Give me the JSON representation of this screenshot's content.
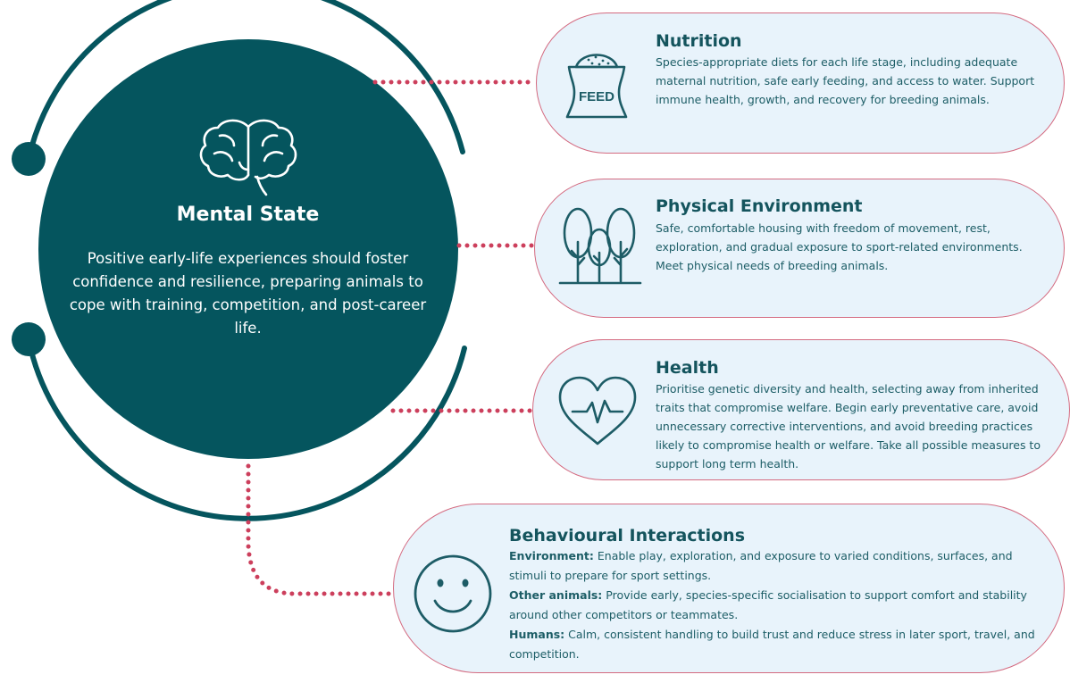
{
  "hub": {
    "title": "Mental State",
    "text": "Positive early-life experiences should foster confidence and resilience, preparing animals to cope with training, competition, and post-career life."
  },
  "cards": {
    "nutrition": {
      "title": "Nutrition",
      "icon_label": "FEED",
      "text": "Species-appropriate diets for each life stage, including adequate maternal nutrition, safe early feeding, and access to water. Support immune health, growth, and recovery for breeding animals."
    },
    "environment": {
      "title": "Physical Environment",
      "text": "Safe, comfortable housing with freedom of movement, rest, exploration, and gradual exposure to sport-related environments. Meet physical needs of breeding animals."
    },
    "health": {
      "title": "Health",
      "text": "Prioritise genetic diversity and health, selecting away from inherited traits that compromise welfare. Begin early preventative care, avoid unnecessary corrective interventions, and avoid breeding practices likely to compromise health or welfare.  Take all possible measures to support long term health."
    },
    "behaviour": {
      "title": "Behavioural Interactions",
      "items": [
        {
          "label": "Environment:",
          "text": " Enable play, exploration, and exposure to varied conditions, surfaces, and stimuli to prepare for sport settings."
        },
        {
          "label": "Other animals:",
          "text": " Provide early, species-specific socialisation to support comfort and stability around other competitors or teammates."
        },
        {
          "label": "Humans:",
          "text": " Calm, consistent handling to build trust and reduce stress in later sport, travel, and competition."
        }
      ]
    }
  },
  "colors": {
    "hub_fill": "#05555e",
    "card_fill": "#e8f3fb",
    "card_border": "#d46a80",
    "connector": "#cc3f5c",
    "icon": "#1d5c66"
  }
}
